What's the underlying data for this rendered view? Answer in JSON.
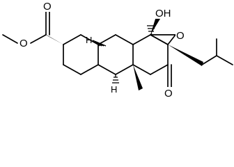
{
  "molecule": {
    "atom_labels": {
      "ester_oxygen": "O",
      "carbonyl_oxygen_ester": "O",
      "hydroxyl": "OH",
      "epoxide_oxygen": "O",
      "ketone_oxygen": "O",
      "h_upper_junction": "H",
      "h_lower_junction": "H"
    }
  }
}
